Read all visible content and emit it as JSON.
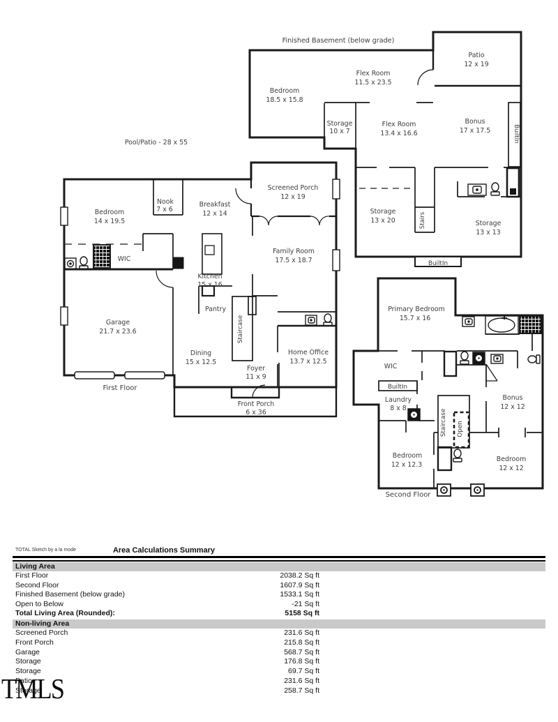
{
  "plan": {
    "pool_label": "Pool/Patio - 28 x 55",
    "basement": {
      "title": "Finished Basement (below grade)",
      "rooms": {
        "patio": {
          "name": "Patio",
          "dims": "12 x 19"
        },
        "flex1": {
          "name": "Flex Room",
          "dims": "11.5 x 23.5"
        },
        "bedroom": {
          "name": "Bedroom",
          "dims": "18.5 x 15.8"
        },
        "storA": {
          "name": "Storage",
          "dims": "10 x 7"
        },
        "flex2": {
          "name": "Flex Room",
          "dims": "13.4 x 16.6"
        },
        "bonus": {
          "name": "Bonus",
          "dims": "17 x 17.5"
        },
        "builtinR": {
          "name": "BuiltIn"
        },
        "storB": {
          "name": "Storage",
          "dims": "13 x 20"
        },
        "stairs": {
          "name": "Stairs"
        },
        "storC": {
          "name": "Storage",
          "dims": "13 x 13"
        },
        "builtinB": {
          "name": "BuiltIn"
        }
      }
    },
    "first": {
      "title": "First Floor",
      "rooms": {
        "bedroom": {
          "name": "Bedroom",
          "dims": "14 x 19.5"
        },
        "nook": {
          "name": "Nook",
          "dims": "7 x 6"
        },
        "breakfast": {
          "name": "Breakfast",
          "dims": "12 x 14"
        },
        "sporch": {
          "name": "Screened Porch",
          "dims": "12 x 19"
        },
        "wic": {
          "name": "WIC"
        },
        "kitchen": {
          "name": "Kitchen",
          "dims": "15 x 16"
        },
        "family": {
          "name": "Family Room",
          "dims": "17.5 x 18.7"
        },
        "garage": {
          "name": "Garage",
          "dims": "21.7 x 23.6"
        },
        "pantry": {
          "name": "Pantry"
        },
        "staircase": {
          "name": "Staircase"
        },
        "dining": {
          "name": "Dining",
          "dims": "15 x 12.5"
        },
        "foyer": {
          "name": "Foyer",
          "dims": "11 x 9"
        },
        "office": {
          "name": "Home Office",
          "dims": "13.7 x 12.5"
        },
        "fporch": {
          "name": "Front Porch",
          "dims": "6 x 36"
        }
      }
    },
    "second": {
      "title": "Second Floor",
      "rooms": {
        "primary": {
          "name": "Primary Bedroom",
          "dims": "15.7 x 16"
        },
        "wic": {
          "name": "WIC"
        },
        "builtin": {
          "name": "BuiltIn"
        },
        "laundry": {
          "name": "Laundry",
          "dims": "8 x 8"
        },
        "staircase": {
          "name": "Staircase"
        },
        "open": {
          "name": "Open"
        },
        "bonus": {
          "name": "Bonus",
          "dims": "12 x 12"
        },
        "bed1": {
          "name": "Bedroom",
          "dims": "12 x 12.3"
        },
        "bed2": {
          "name": "Bedroom",
          "dims": "12 x 12"
        }
      }
    }
  },
  "summary": {
    "brand": "TOTAL Sketch by a la mode",
    "title": "Area Calculations Summary",
    "living": {
      "header": "Living Area",
      "rows": [
        {
          "label": "First Floor",
          "value": "2038.2 Sq ft"
        },
        {
          "label": "Second Floor",
          "value": "1607.9 Sq ft"
        },
        {
          "label": "Finished Basement (below grade)",
          "value": "1533.1 Sq ft"
        },
        {
          "label": "Open to Below",
          "value": "-21 Sq ft"
        }
      ],
      "total": {
        "label": "Total Living Area (Rounded):",
        "value": "5158 Sq ft"
      }
    },
    "nonliving": {
      "header": "Non-living Area",
      "rows": [
        {
          "label": "Screened Porch",
          "value": "231.6 Sq ft"
        },
        {
          "label": "Front Porch",
          "value": "215.8 Sq ft"
        },
        {
          "label": "Garage",
          "value": "568.7 Sq ft"
        },
        {
          "label": "Storage",
          "value": "176.8 Sq ft"
        },
        {
          "label": "Storage",
          "value": "69.7 Sq ft"
        },
        {
          "label": "Patio",
          "value": "231.6 Sq ft"
        },
        {
          "label": "Storage",
          "value": "258.7 Sq ft"
        }
      ]
    },
    "watermark": "TMLS"
  }
}
